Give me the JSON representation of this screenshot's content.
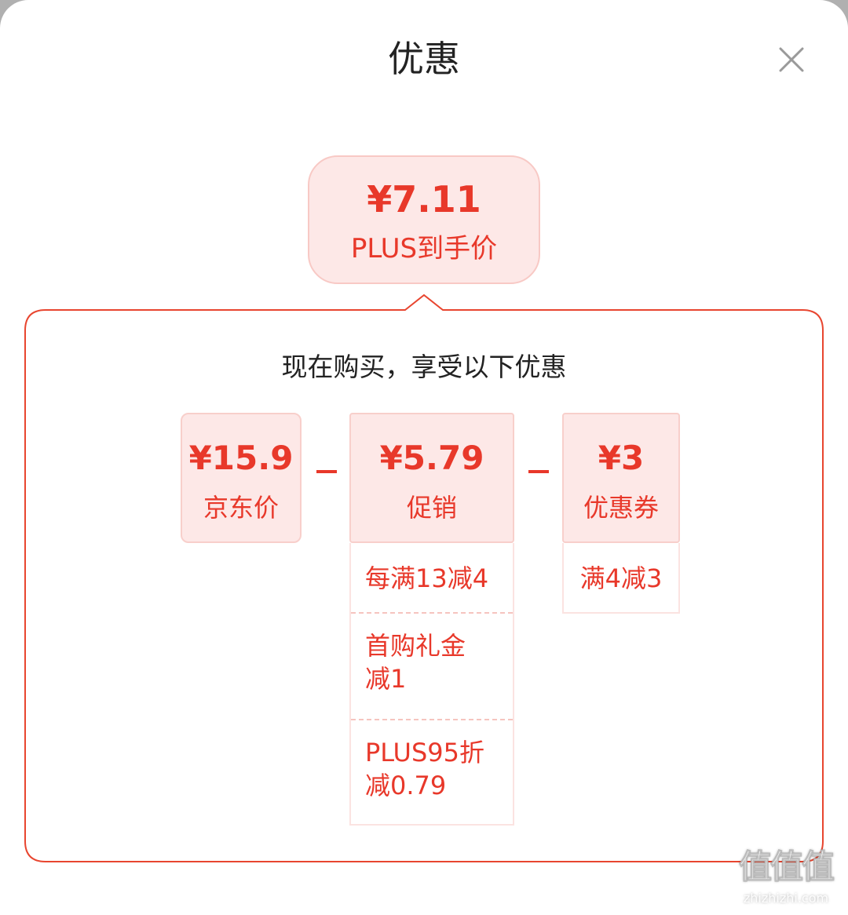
{
  "header": {
    "title": "优惠"
  },
  "final_price": {
    "amount": "¥7.11",
    "label": "PLUS到手价"
  },
  "subtitle": "现在购买，享受以下优惠",
  "breakdown": {
    "jd_price": {
      "amount": "¥15.9",
      "label": "京东价"
    },
    "promotion": {
      "amount": "¥5.79",
      "label": "促销",
      "items": [
        "每满13减4",
        "首购礼金\n减1",
        "PLUS95折\n减0.79"
      ]
    },
    "coupon": {
      "amount": "¥3",
      "label": "优惠券",
      "items": [
        "满4减3"
      ]
    }
  },
  "watermark": {
    "logo": "值值值",
    "site": "zhizhizhi.com"
  },
  "colors": {
    "accent": "#e8382a",
    "box_bg": "#fde8e7",
    "border": "#f8c9c5",
    "title_text": "#222222"
  }
}
